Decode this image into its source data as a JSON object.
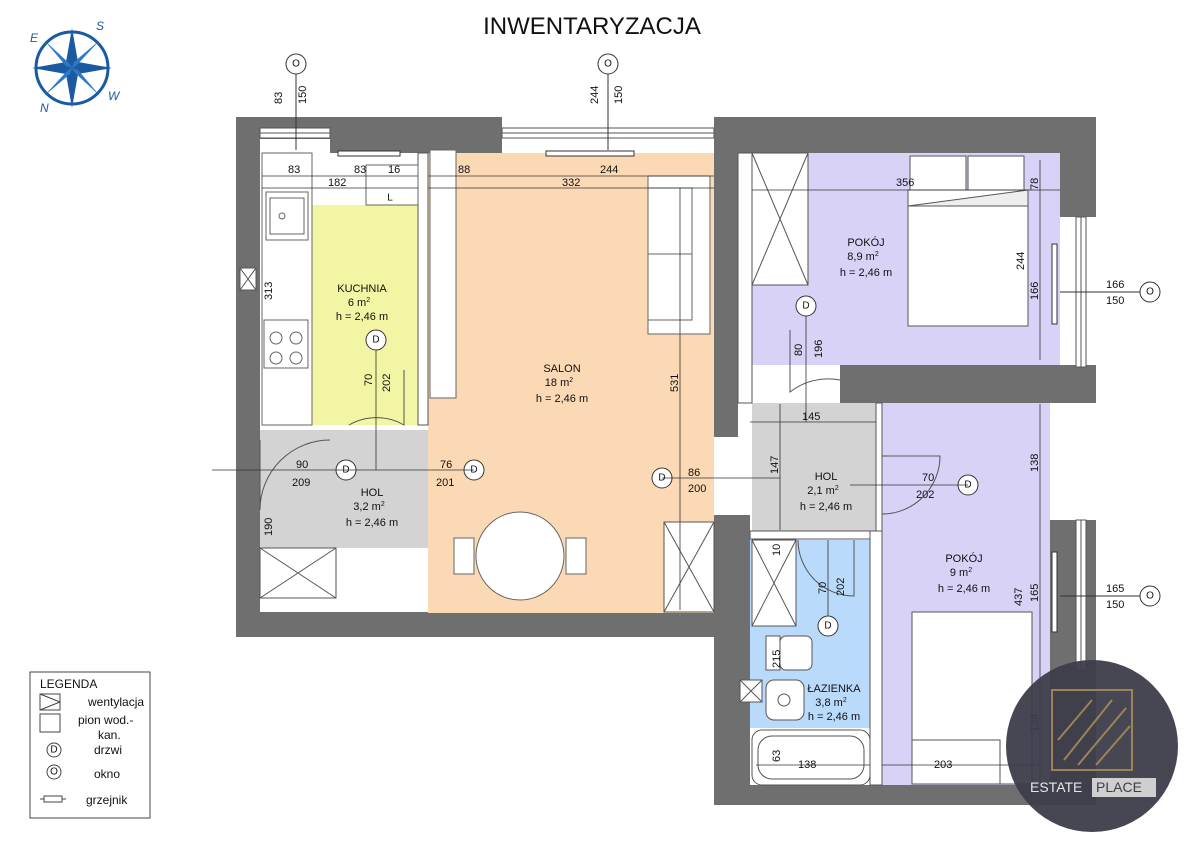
{
  "title": "INWENTARYZACJA",
  "compass": {
    "letters": [
      "E",
      "S",
      "W",
      "N"
    ]
  },
  "colors": {
    "wall": "#6f6f6f",
    "kuchnia": "#f2f5a4",
    "salon": "#fcd9b5",
    "pokoj": "#d8d2f6",
    "hol": "#d3d3d3",
    "lazienka": "#b9dafb",
    "compass": "#1a5aa0"
  },
  "rooms": [
    {
      "id": "kuchnia",
      "name": "KUCHNIA",
      "area": "6",
      "height": "h = 2,46 m"
    },
    {
      "id": "salon",
      "name": "SALON",
      "area": "18",
      "height": "h = 2,46 m"
    },
    {
      "id": "pokoj1",
      "name": "POKÓJ",
      "area": "8,9",
      "height": "h = 2,46 m"
    },
    {
      "id": "pokoj2",
      "name": "POKÓJ",
      "area": "9",
      "height": "h = 2,46 m"
    },
    {
      "id": "hol1",
      "name": "HOL",
      "area": "3,2",
      "height": "h = 2,46 m"
    },
    {
      "id": "hol2",
      "name": "HOL",
      "area": "2,1",
      "height": "h = 2,46 m"
    },
    {
      "id": "lazienka",
      "name": "ŁAZIENKA",
      "area": "3,8",
      "height": "h = 2,46 m"
    }
  ],
  "area_unit": "m",
  "area_exp": "2",
  "door_symbol": "D",
  "window_symbol": "O",
  "kitchen_mark": "L",
  "dims": {
    "win_k_w": "83",
    "win_k_h": "150",
    "win_s_w": "244",
    "win_s_h": "150",
    "win_p1_w": "166",
    "win_p1_h": "150",
    "win_p2_w": "165",
    "win_p2_h": "150",
    "k83a": "83",
    "k83b": "83",
    "k16": "16",
    "k182": "182",
    "s88": "88",
    "s332": "332",
    "s244": "244",
    "s531": "531",
    "k313": "313",
    "d_k70": "70",
    "d_k202": "202",
    "d_h1_90": "90",
    "d_h1_209": "209",
    "d_s76": "76",
    "d_s201": "201",
    "d_s86": "86",
    "d_s200": "200",
    "h1_190": "190",
    "p1_356": "356",
    "p1_78": "78",
    "p1_244": "244",
    "p1_166": "166",
    "d_p1_80": "80",
    "d_p1_196": "196",
    "h2_145": "145",
    "h2_147": "147",
    "d_p2_70": "70",
    "d_p2_202": "202",
    "p2_138": "138",
    "p2_165": "165",
    "p2_437": "437",
    "p2_134": "134",
    "p2_203": "203",
    "b10": "10",
    "d_b70": "70",
    "d_b202": "202",
    "b215": "215",
    "b63": "63",
    "b138": "138"
  },
  "legend": {
    "title": "LEGENDA",
    "items": [
      {
        "label": "wentylacja"
      },
      {
        "label": "pion wod.-"
      },
      {
        "label": "kan."
      },
      {
        "label": "drzwi"
      },
      {
        "label": "okno"
      },
      {
        "label": "grzejnik"
      }
    ]
  },
  "logo": {
    "text_a": "ESTATE",
    "text_b": "PLACE"
  }
}
